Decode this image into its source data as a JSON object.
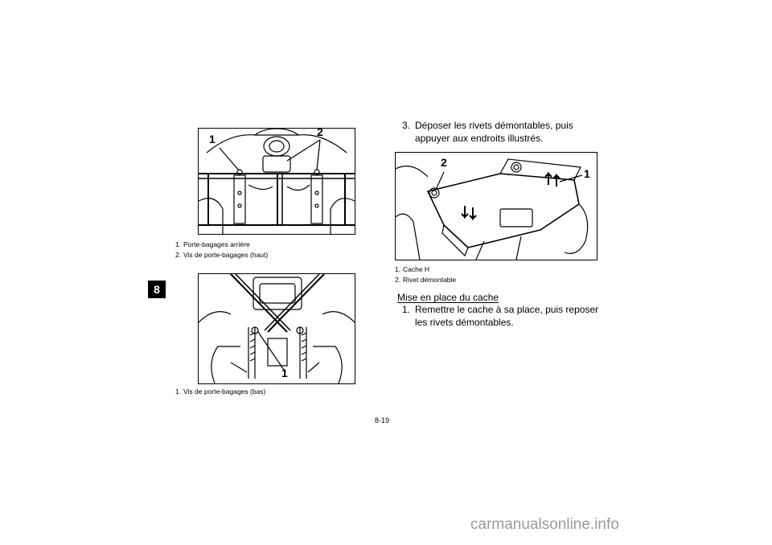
{
  "chapter_tab": "8",
  "page_number": "8-19",
  "figure1": {
    "callouts": [
      "1",
      "2"
    ],
    "caption": [
      {
        "num": "1.",
        "text": "Porte-bagages arrière"
      },
      {
        "num": "2.",
        "text": "Vis de porte-bagages (haut)"
      }
    ]
  },
  "figure2": {
    "callouts": [
      "1"
    ],
    "caption": [
      {
        "num": "1.",
        "text": "Vis de porte-bagages (bas)"
      }
    ]
  },
  "step3": {
    "num": "3.",
    "text": "Déposer les rivets démontables, puis appuyer aux endroits illustrés."
  },
  "figure3": {
    "callouts": [
      "2",
      "1"
    ],
    "caption": [
      {
        "num": "1.",
        "text": "Cache H"
      },
      {
        "num": "2.",
        "text": "Rivet démontable"
      }
    ]
  },
  "subheading": "Mise en place du cache",
  "step1": {
    "num": "1.",
    "text": "Remettre le cache à sa place, puis reposer les rivets démontables."
  },
  "watermark": "carmanualsonline.info"
}
